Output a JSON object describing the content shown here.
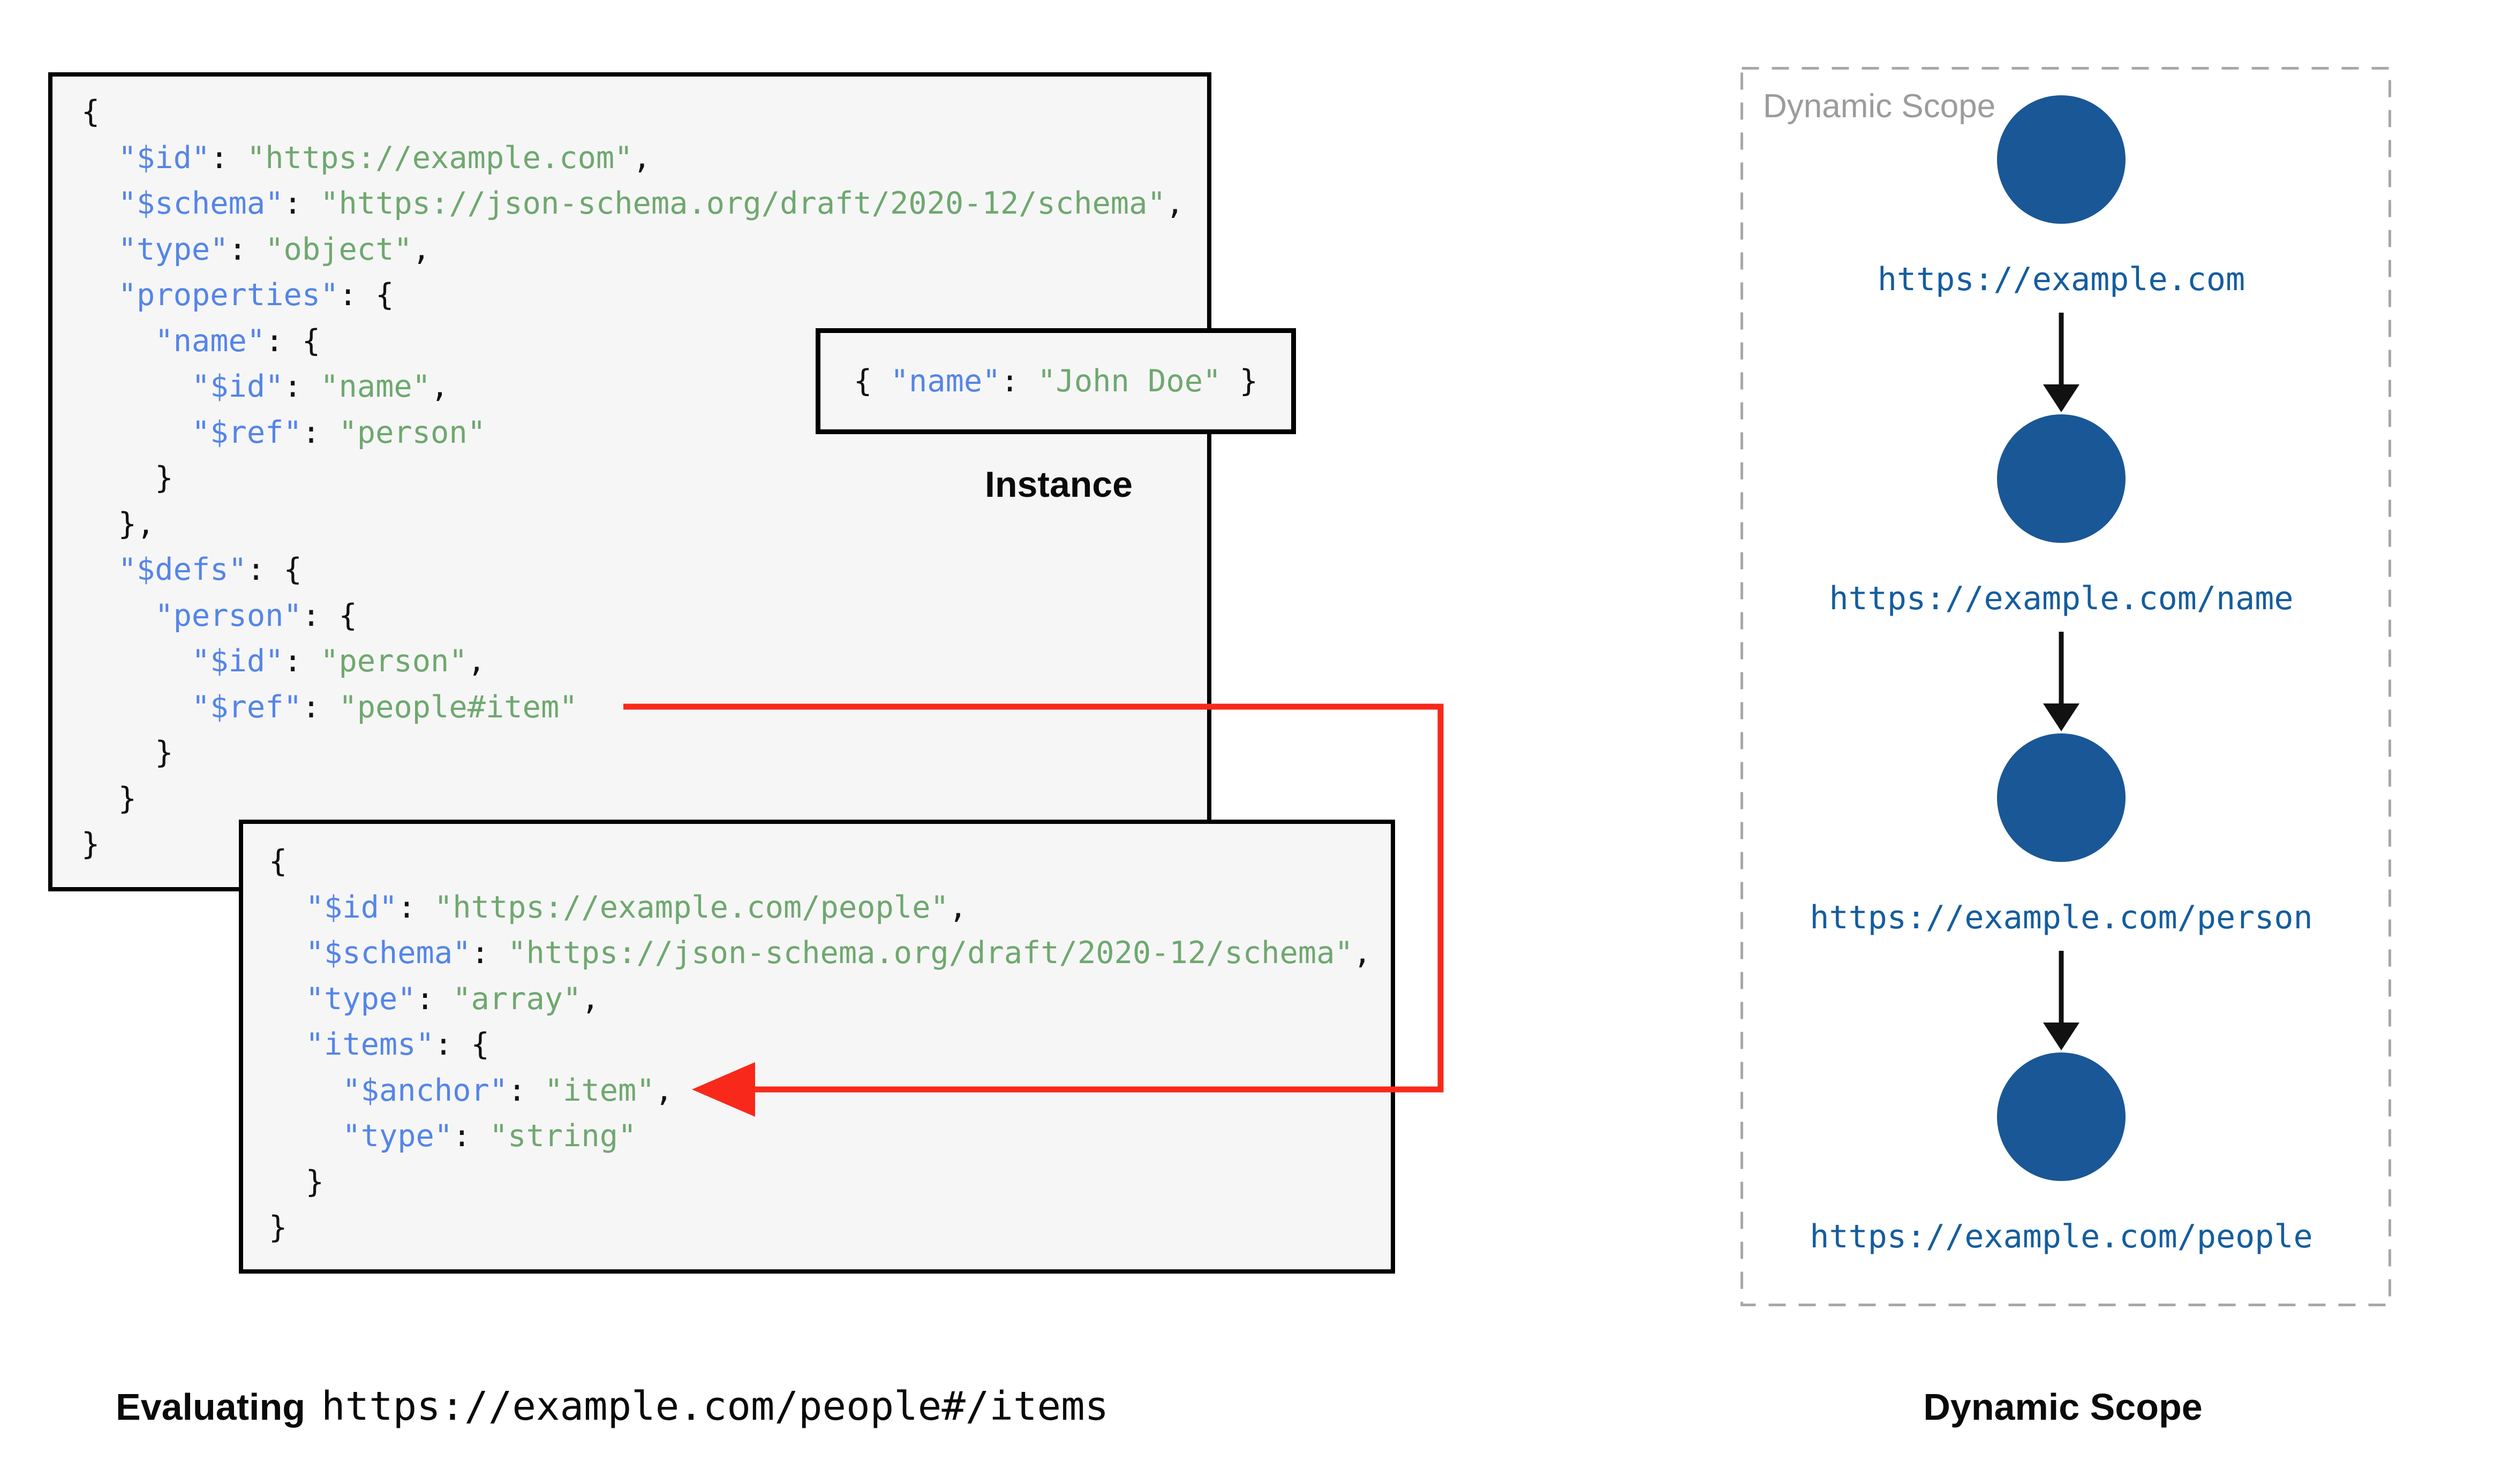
{
  "schema_box": {
    "lines": [
      [
        [
          "p",
          "{"
        ]
      ],
      [
        [
          "p",
          "  "
        ],
        [
          "k",
          "\"$id\""
        ],
        [
          "p",
          ": "
        ],
        [
          "s",
          "\"https://example.com\""
        ],
        [
          "p",
          ","
        ]
      ],
      [
        [
          "p",
          "  "
        ],
        [
          "k",
          "\"$schema\""
        ],
        [
          "p",
          ": "
        ],
        [
          "s",
          "\"https://json-schema.org/draft/2020-12/schema\""
        ],
        [
          "p",
          ","
        ]
      ],
      [
        [
          "p",
          "  "
        ],
        [
          "k",
          "\"type\""
        ],
        [
          "p",
          ": "
        ],
        [
          "s",
          "\"object\""
        ],
        [
          "p",
          ","
        ]
      ],
      [
        [
          "p",
          "  "
        ],
        [
          "k",
          "\"properties\""
        ],
        [
          "p",
          ": {"
        ]
      ],
      [
        [
          "p",
          "    "
        ],
        [
          "k",
          "\"name\""
        ],
        [
          "p",
          ": {"
        ]
      ],
      [
        [
          "p",
          "      "
        ],
        [
          "k",
          "\"$id\""
        ],
        [
          "p",
          ": "
        ],
        [
          "s",
          "\"name\""
        ],
        [
          "p",
          ","
        ]
      ],
      [
        [
          "p",
          "      "
        ],
        [
          "k",
          "\"$ref\""
        ],
        [
          "p",
          ": "
        ],
        [
          "s",
          "\"person\""
        ]
      ],
      [
        [
          "p",
          "    }"
        ]
      ],
      [
        [
          "p",
          "  },"
        ]
      ],
      [
        [
          "p",
          "  "
        ],
        [
          "k",
          "\"$defs\""
        ],
        [
          "p",
          ": {"
        ]
      ],
      [
        [
          "p",
          "    "
        ],
        [
          "k",
          "\"person\""
        ],
        [
          "p",
          ": {"
        ]
      ],
      [
        [
          "p",
          "      "
        ],
        [
          "k",
          "\"$id\""
        ],
        [
          "p",
          ": "
        ],
        [
          "s",
          "\"person\""
        ],
        [
          "p",
          ","
        ]
      ],
      [
        [
          "p",
          "      "
        ],
        [
          "k",
          "\"$ref\""
        ],
        [
          "p",
          ": "
        ],
        [
          "s",
          "\"people#item\""
        ]
      ],
      [
        [
          "p",
          "    }"
        ]
      ],
      [
        [
          "p",
          "  }"
        ]
      ],
      [
        [
          "p",
          "}"
        ]
      ]
    ]
  },
  "people_box": {
    "lines": [
      [
        [
          "p",
          "{"
        ]
      ],
      [
        [
          "p",
          "  "
        ],
        [
          "k",
          "\"$id\""
        ],
        [
          "p",
          ": "
        ],
        [
          "s",
          "\"https://example.com/people\""
        ],
        [
          "p",
          ","
        ]
      ],
      [
        [
          "p",
          "  "
        ],
        [
          "k",
          "\"$schema\""
        ],
        [
          "p",
          ": "
        ],
        [
          "s",
          "\"https://json-schema.org/draft/2020-12/schema\""
        ],
        [
          "p",
          ","
        ]
      ],
      [
        [
          "p",
          "  "
        ],
        [
          "k",
          "\"type\""
        ],
        [
          "p",
          ": "
        ],
        [
          "s",
          "\"array\""
        ],
        [
          "p",
          ","
        ]
      ],
      [
        [
          "p",
          "  "
        ],
        [
          "k",
          "\"items\""
        ],
        [
          "p",
          ": {"
        ]
      ],
      [
        [
          "p",
          "    "
        ],
        [
          "k",
          "\"$anchor\""
        ],
        [
          "p",
          ": "
        ],
        [
          "s",
          "\"item\""
        ],
        [
          "p",
          ","
        ]
      ],
      [
        [
          "p",
          "    "
        ],
        [
          "k",
          "\"type\""
        ],
        [
          "p",
          ": "
        ],
        [
          "s",
          "\"string\""
        ]
      ],
      [
        [
          "p",
          "  }"
        ]
      ],
      [
        [
          "p",
          "}"
        ]
      ]
    ]
  },
  "instance": {
    "label": "Instance",
    "tokens": [
      [
        "p",
        "{ "
      ],
      [
        "k",
        "\"name\""
      ],
      [
        "p",
        ": "
      ],
      [
        "s",
        "\"John Doe\""
      ],
      [
        "p",
        " }"
      ]
    ]
  },
  "scope_panel": {
    "title": "Dynamic Scope",
    "nodes": [
      {
        "url": "https://example.com"
      },
      {
        "url": "https://example.com/name"
      },
      {
        "url": "https://example.com/person"
      },
      {
        "url": "https://example.com/people"
      }
    ]
  },
  "captions": {
    "evaluating_prefix": "Evaluating",
    "evaluating_url": "https://example.com/people#/items",
    "scope_caption": "Dynamic Scope"
  },
  "colors": {
    "key": "#5585e8",
    "string": "#6fa86f",
    "plain": "#111111",
    "node_fill": "#1a5796",
    "url_text": "#155d9e",
    "ref_arrow": "#f8291a",
    "panel_border": "#a8a8a8",
    "muted_label": "#9c9c9c",
    "box_bg": "#f6f6f6"
  }
}
